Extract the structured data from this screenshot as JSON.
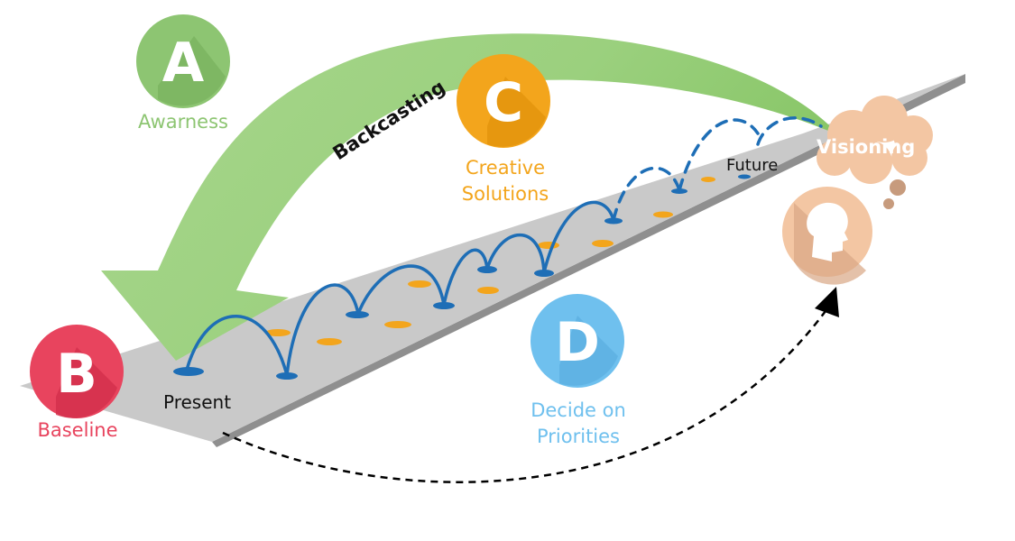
{
  "stages": {
    "a": {
      "letter": "A",
      "label": "Awarness",
      "color": "#8dc572",
      "light": "#b4d99e"
    },
    "b": {
      "letter": "B",
      "label": "Baseline",
      "color": "#e8445e",
      "light": "#ef7d90"
    },
    "c": {
      "letter": "C",
      "label": "Creative",
      "label2": "Solutions",
      "color": "#f3a51c",
      "light": "#f7c366"
    },
    "d": {
      "letter": "D",
      "label": "Decide on",
      "label2": "Priorities",
      "color": "#6fc0ee",
      "light": "#a6d8f5"
    }
  },
  "arrow_label": "Backcasting",
  "present_label": "Present",
  "future_label": "Future",
  "visioning_label": "Visioning",
  "colors": {
    "road_top": "#c8c8c8",
    "road_side": "#8f8f8f",
    "jump": "#1e6eb6",
    "dash": "#f3a51c",
    "backcast_arrow": "#a9d68d",
    "thought": "#f3c6a3",
    "thought_dark": "#c48e6c",
    "dashed_arrow": "#000000"
  }
}
